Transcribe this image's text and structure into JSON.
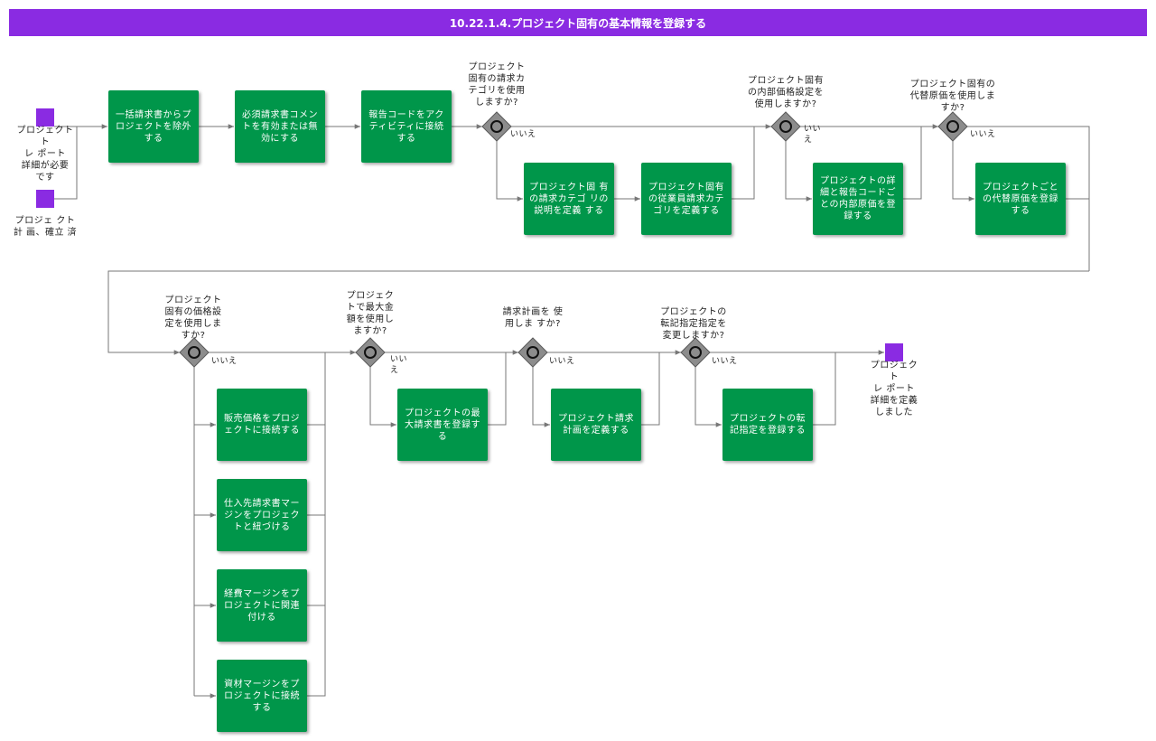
{
  "title": "10.22.1.4.プロジェクト固有の基本情報を登録する",
  "colors": {
    "header": "#8a2be2",
    "task": "#00964a",
    "event": "#8a2be2",
    "gateway": "#8c8c8c",
    "line": "#777777"
  },
  "start_events": {
    "report_needed": "プロジェクト\nト\nレ ポート\n詳細が必要\nです",
    "plan_established": "プロジェ クト\n計 画、確立 済"
  },
  "end_event": {
    "label": "プロジェク\nト\nレ ポート\n詳細を定義\nしました"
  },
  "tasks": {
    "exclude_bulk": "一括請求書からプロジェクトを除外する",
    "required_comment": "必須請求書コメントを有効または無効にする",
    "link_report_code": "報告コードをアクティビティに接続する",
    "invoice_category_desc": "プロジェクト固 有の請求カテゴ リの説明を定義 する",
    "employee_category": "プロジェクト固有の従業員請求カテゴリを定義する",
    "internal_cost": "プロジェクトの詳細と報告コードごとの内部原価を登録する",
    "alt_cost": "プロジェクトごとの代替原価を登録する",
    "sales_price": "販売価格をプロジェクトに接続する",
    "supplier_margin": "仕入先請求書マージンをプロジェクトと紐づける",
    "expense_margin": "経費マージンをプロジェクトに関連付ける",
    "material_margin": "資材マージンをプロジェクトに接続する",
    "max_invoice": "プロジェクトの最大請求書を登録する",
    "billing_plan": "プロジェクト請求計画を定義する",
    "transfer": "プロジェクトの転記指定を登録する"
  },
  "gateways": {
    "g1": {
      "question": "プロジェクト\n固有の請求カ\nテゴリを使用\nしますか?",
      "no": "いいえ"
    },
    "g2": {
      "question": "プロジェクト固有\nの内部価格設定を\n使用しますか?",
      "no": "いい\nえ"
    },
    "g3": {
      "question": "プロジェクト固有の\n代替原価を使用しま\nすか?",
      "no": "いいえ"
    },
    "g4": {
      "question": "プロジェクト\n固有の価格設\n定を使用しま\nすか?",
      "no": "いいえ"
    },
    "g5": {
      "question": "プロジェク\nトで最大金\n額を使用し\nますか?",
      "no": "いい\nえ"
    },
    "g6": {
      "question": "請求計画を 使\n用しま すか?",
      "no": "いいえ"
    },
    "g7": {
      "question": "プロジェクトの\n転記指定指定を\n変更しますか?",
      "no": "いいえ"
    }
  }
}
